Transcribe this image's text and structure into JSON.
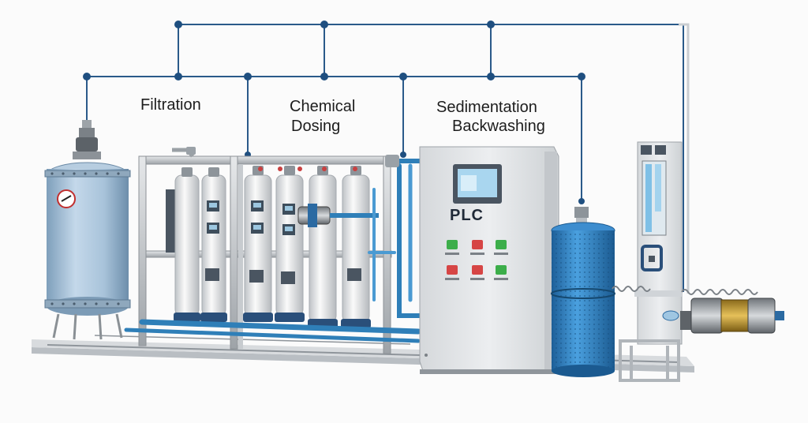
{
  "labels": {
    "filtration": "Filtration",
    "chemical_line1": "Chemical",
    "chemical_line2": "Dosing",
    "sedimentation": "Sedimentation",
    "backwashing": "Backwashing",
    "plc": "PLC"
  },
  "colors": {
    "control_line": "#2a5a8a",
    "node": "#1f4f80",
    "tank_blue": "#a9c6df",
    "column_white": "#ececec",
    "pipe_blue": "#2f7fb8",
    "drum_blue": "#2f84c9",
    "cabinet_gray": "#e4e6e8",
    "button_green": "#3cae4a",
    "button_red": "#d64545"
  }
}
